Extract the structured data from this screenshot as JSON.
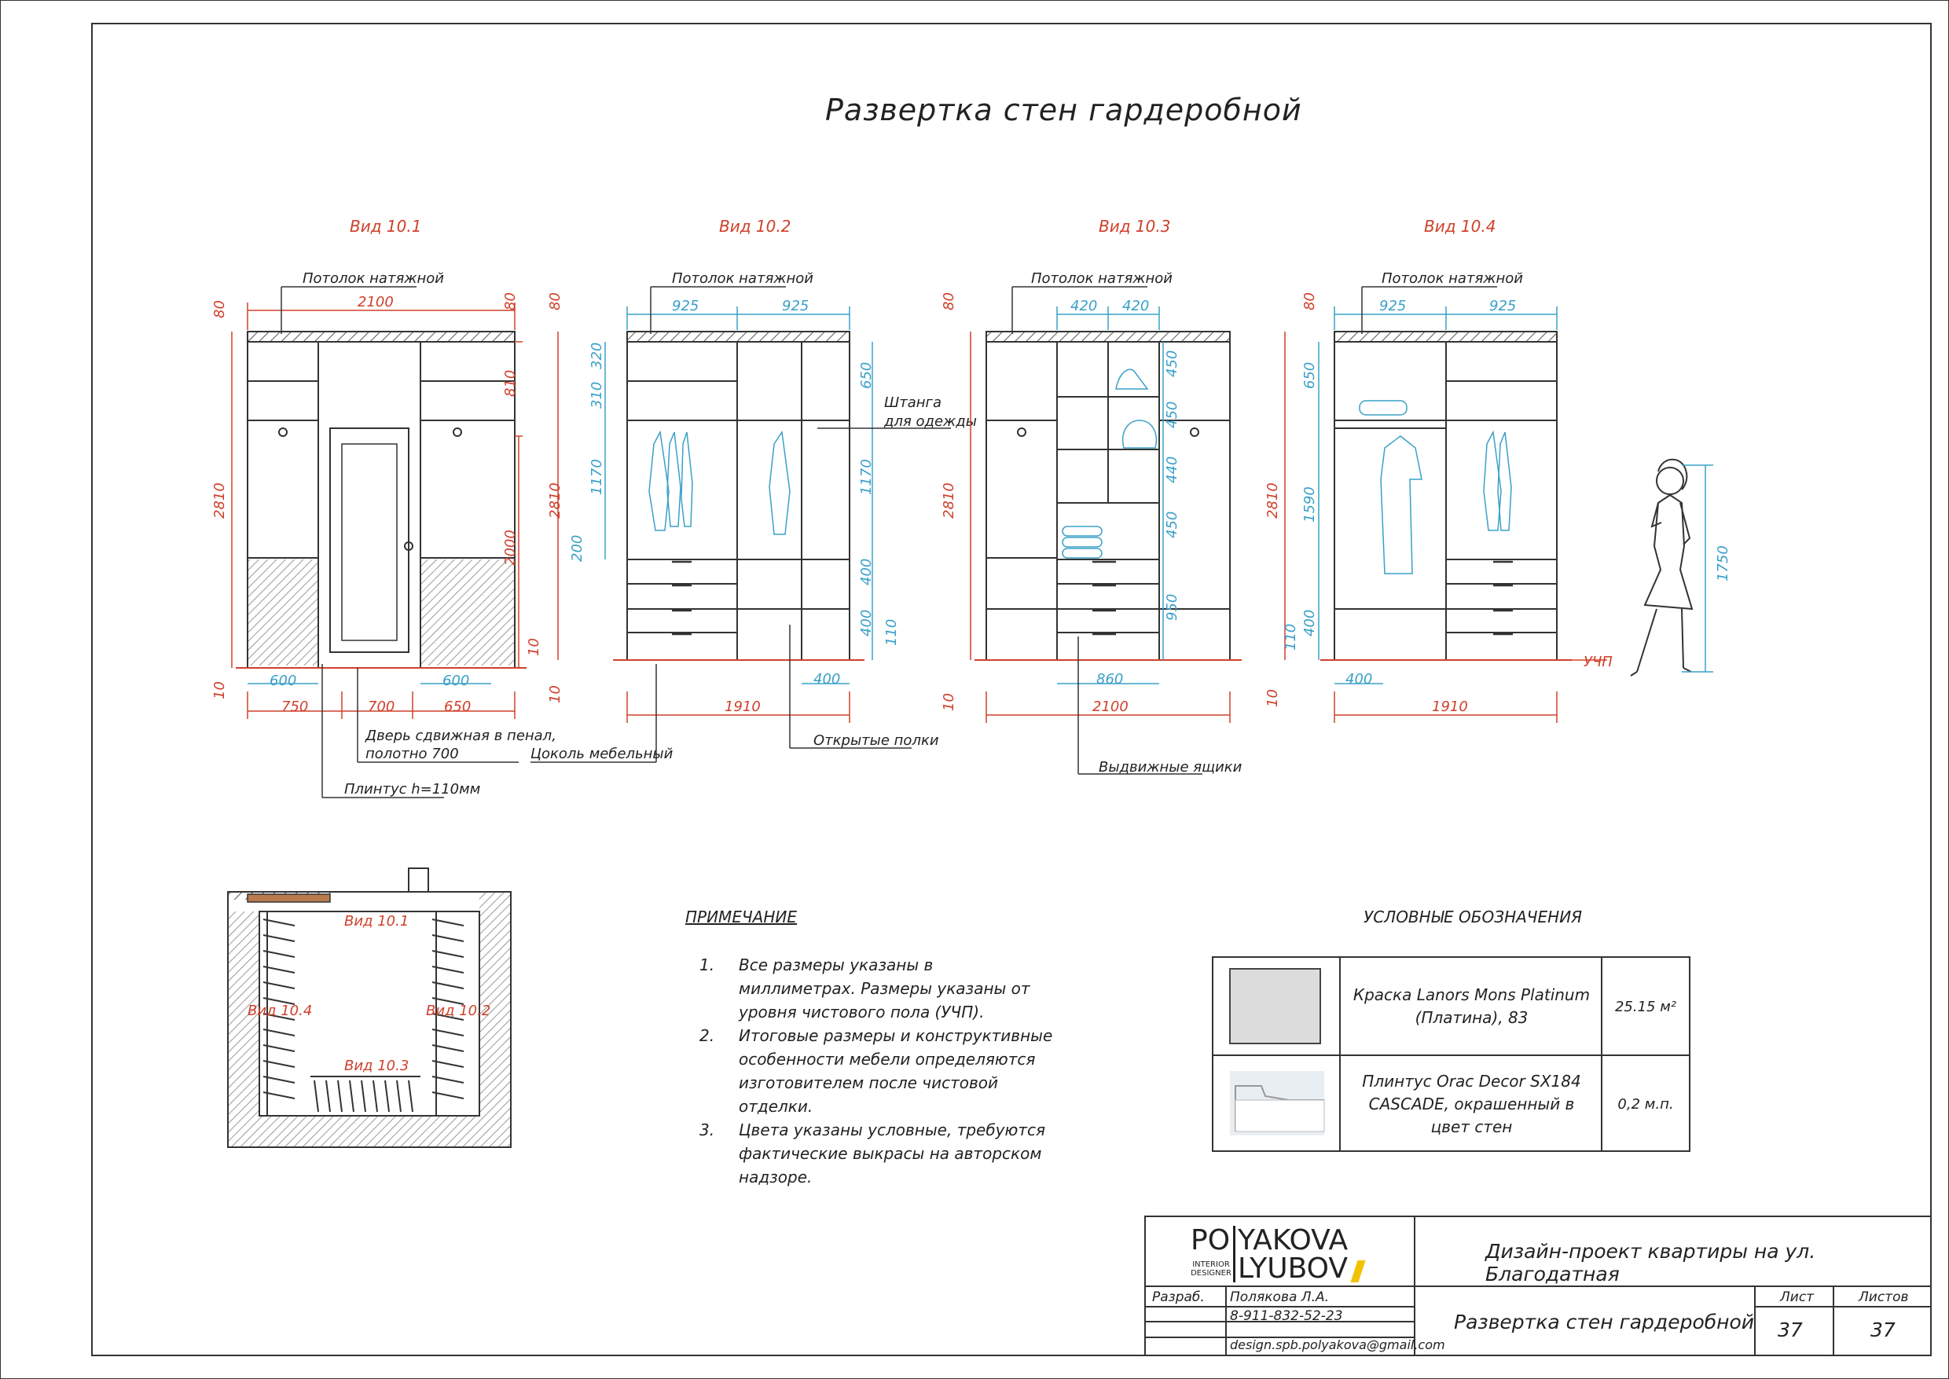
{
  "sheet_title": "Развертка стен гардеробной",
  "views": [
    {
      "label": "Вид 10.1"
    },
    {
      "label": "Вид 10.2"
    },
    {
      "label": "Вид 10.3"
    },
    {
      "label": "Вид 10.4"
    }
  ],
  "callouts": {
    "ceiling": "Потолок натяжной",
    "rod": "Штанга",
    "rod2": "для одежды",
    "door1": "Дверь сдвижная в пенал,",
    "door2": "полотно 700",
    "plinth_base": "Цоколь мебельный",
    "plinth": "Плинтус h=110мм",
    "open_shelves": "Открытые полки",
    "drawers": "Выдвижные ящики",
    "floor": "УЧП"
  },
  "dims": {
    "v1": {
      "top": "2100",
      "h80": "80",
      "h810": "810",
      "h2810": "2810",
      "h2000": "2000",
      "h10": "10",
      "w600a": "600",
      "w600b": "600",
      "w750": "750",
      "w700": "700",
      "w650": "650",
      "h80b": "80",
      "h10b": "10"
    },
    "v2": {
      "w925a": "925",
      "w925b": "925",
      "h80": "80",
      "h320": "320",
      "h310": "310",
      "h1170": "1170",
      "h200": "200",
      "h650": "650",
      "h1170b": "1170",
      "h400": "400",
      "h400b": "400",
      "h110": "110",
      "h2810": "2810",
      "h10": "10",
      "w400": "400",
      "w1910": "1910"
    },
    "v3": {
      "w420a": "420",
      "w420b": "420",
      "h80": "80",
      "h450a": "450",
      "h450b": "450",
      "h440": "440",
      "h450c": "450",
      "h950": "950",
      "h2810": "2810",
      "h10": "10",
      "w860": "860",
      "w2100": "2100"
    },
    "v4": {
      "w925a": "925",
      "w925b": "925",
      "h80": "80",
      "h650": "650",
      "h1590": "1590",
      "h400": "400",
      "h110": "110",
      "h2810": "2810",
      "h10": "10",
      "w400": "400",
      "w1910": "1910",
      "h1750": "1750"
    }
  },
  "plan": {
    "v1": "Вид 10.1",
    "v2": "Вид 10.2",
    "v3": "Вид 10.3",
    "v4": "Вид 10.4"
  },
  "notes": {
    "heading": "ПРИМЕЧАНИЕ",
    "items": [
      {
        "num": "1.",
        "text": "Все размеры указаны в миллиметрах. Размеры указаны от уровня чистового пола (УЧП)."
      },
      {
        "num": "2.",
        "text": "Итоговые размеры и конструктивные особенности мебели определяются изготовителем после чистовой отделки."
      },
      {
        "num": "3.",
        "text": "Цвета указаны условные, требуются фактические выкрасы на авторском надзоре."
      }
    ]
  },
  "legend": {
    "heading": "УСЛОВНЫЕ ОБОЗНАЧЕНИЯ",
    "rows": [
      {
        "name": "Краска Lanors Mons Platinum (Платина), 83",
        "qty": "25.15 м²",
        "swatch_color": "#dcdcdc"
      },
      {
        "name": "Плинтус Orac Decor SX184 CASCADE, окрашенный в цвет стен",
        "qty": "0,2 м.п."
      }
    ]
  },
  "titleblock": {
    "logo_po": "PO",
    "logo_yakova": "YAKOVA",
    "logo_lyubov": "LYUBOV",
    "logo_interior": "INTERIOR",
    "logo_designer": "DESIGNER",
    "project": "Дизайн-проект квартиры на ул. Благодатная",
    "dev_label": "Разраб.",
    "dev_name": "Полякова Л.А.",
    "phone": "8-911-832-52-23",
    "email": "design.spb.polyakova@gmail.com",
    "sheet_name": "Развертка стен гардеробной",
    "sheet_label": "Лист",
    "sheets_label": "Листов",
    "sheet_num": "37",
    "sheets_total": "37"
  },
  "colors": {
    "red": "#d0402b",
    "blue": "#3aa0c8",
    "line": "#333333",
    "accent": "#f2c200"
  }
}
